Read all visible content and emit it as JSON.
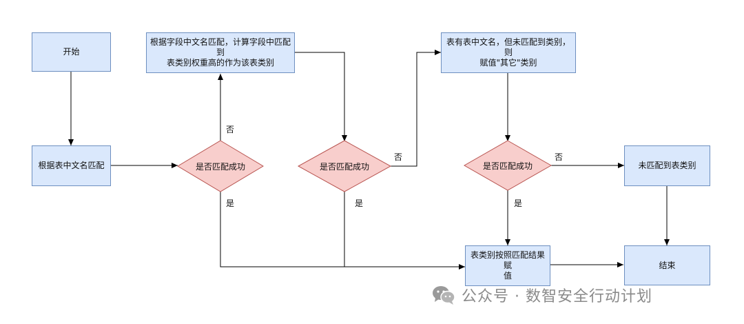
{
  "nodes": {
    "start": "开始",
    "match_cn": "根据表中文名匹配",
    "field_match_l1": "根据字段中文名匹配，计算字段中匹配到",
    "field_match_l2": "表类别权重高的作为该表类别",
    "other_l1": "表有表中文名，但未匹配到类别，则",
    "other_l2": "赋值\"其它\"类别",
    "decision1": "是否匹配成功",
    "decision2": "是否匹配成功",
    "decision3": "是否匹配成功",
    "unmatched": "未匹配到表类别",
    "assign_l1": "表类别按照匹配结果赋",
    "assign_l2": "值",
    "end": "结束"
  },
  "edges": {
    "no1": "否",
    "yes1": "是",
    "no2": "否",
    "yes2": "是",
    "no3": "否",
    "yes3": "是"
  },
  "watermark": {
    "text": "公众号 · 数智安全行动计划",
    "icon": "wechat-icon"
  },
  "colors": {
    "box_fill": "#dae8fc",
    "box_stroke": "#6c8ebf",
    "diamond_fill": "#f8cecc",
    "diamond_stroke": "#b85450",
    "line": "#000000"
  }
}
